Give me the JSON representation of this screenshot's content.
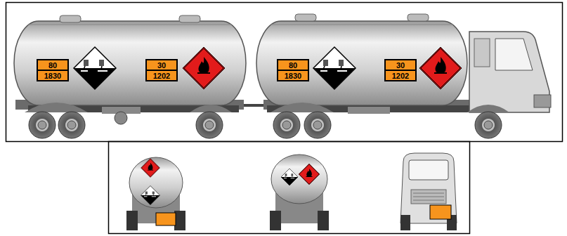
{
  "diagram": {
    "nodes": [
      {
        "text": [
          "80",
          "1830"
        ]
      },
      {
        "text": [
          "30",
          "1202"
        ]
      },
      {
        "text": [
          "80",
          "1830"
        ]
      },
      {
        "text": [
          "30",
          "1202"
        ]
      }
    ]
  }
}
